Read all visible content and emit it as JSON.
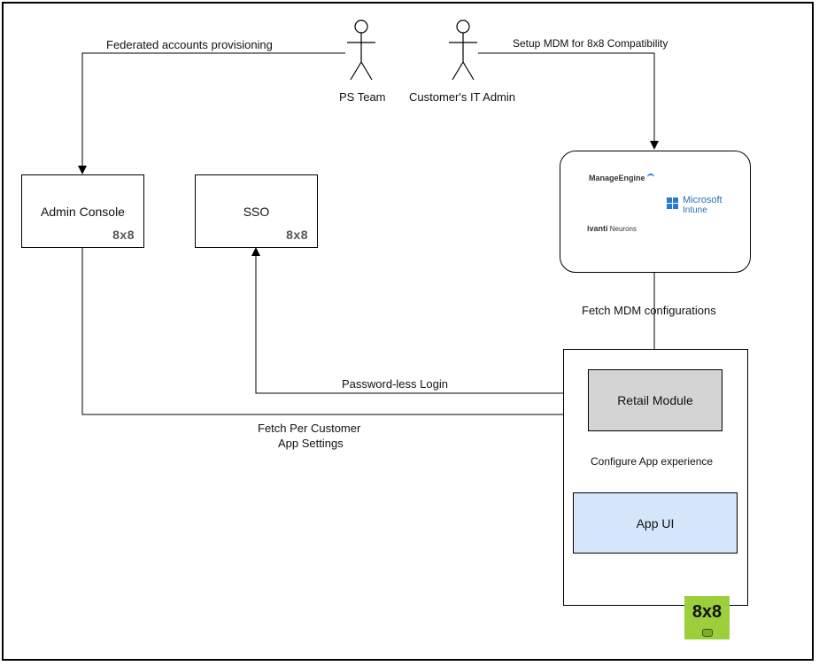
{
  "actors": {
    "ps_team": "PS Team",
    "it_admin": "Customer's IT Admin"
  },
  "boxes": {
    "admin_console": {
      "label": "Admin Console",
      "brand": "8x8"
    },
    "sso": {
      "label": "SSO",
      "brand": "8x8"
    },
    "retail_module": {
      "label": "Retail Module"
    },
    "app_ui": {
      "label": "App UI"
    }
  },
  "mdm_logos": {
    "manageengine": "ManageEngine",
    "ivanti_a": "ivanti",
    "ivanti_b": " Neurons",
    "microsoft_a": "Microsoft",
    "microsoft_b": "Intune"
  },
  "edges": {
    "federated": "Federated accounts provisioning",
    "setup_mdm": "Setup MDM for 8x8 Compatibility",
    "fetch_mdm": "Fetch MDM configurations",
    "passwordless": "Password-less Login",
    "fetch_settings_1": "Fetch Per Customer",
    "fetch_settings_2": "App Settings",
    "configure_app": "Configure App experience"
  },
  "logo_8x8": "8x8",
  "colors": {
    "retail_fill": "#d4d4d4",
    "app_ui_fill": "#d5e6fb",
    "brand_red": "#d3202b",
    "logo_green": "#9bcf3b"
  }
}
